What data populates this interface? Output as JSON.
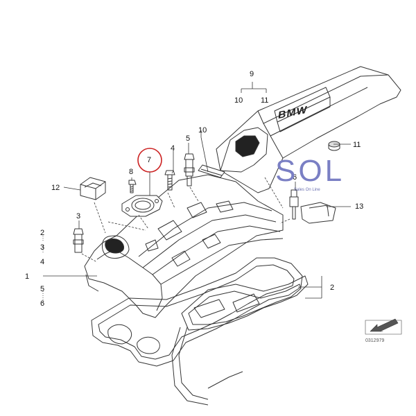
{
  "diagram": {
    "callouts": {
      "c9": "9",
      "c10a": "10",
      "c11a": "11",
      "c10b": "10",
      "c11b": "11",
      "c5a": "5",
      "c4a": "4",
      "c7": "7",
      "c8": "8",
      "c6": "6",
      "c12": "12",
      "c13": "13",
      "c3a": "3",
      "c2a": "2",
      "c3b": "3",
      "c4b": "4",
      "c1": "1",
      "c5b": "5",
      "c6b": "6",
      "c2b": "2"
    },
    "cover_badge": "BMW",
    "watermark": {
      "brand": "SOL",
      "tagline": "Sales On Line"
    },
    "figure_number": "0312979",
    "colors": {
      "line": "#333333",
      "highlight_circle": "#cc2222",
      "watermark": "#7a7fc4",
      "arrow": "#555555"
    }
  }
}
